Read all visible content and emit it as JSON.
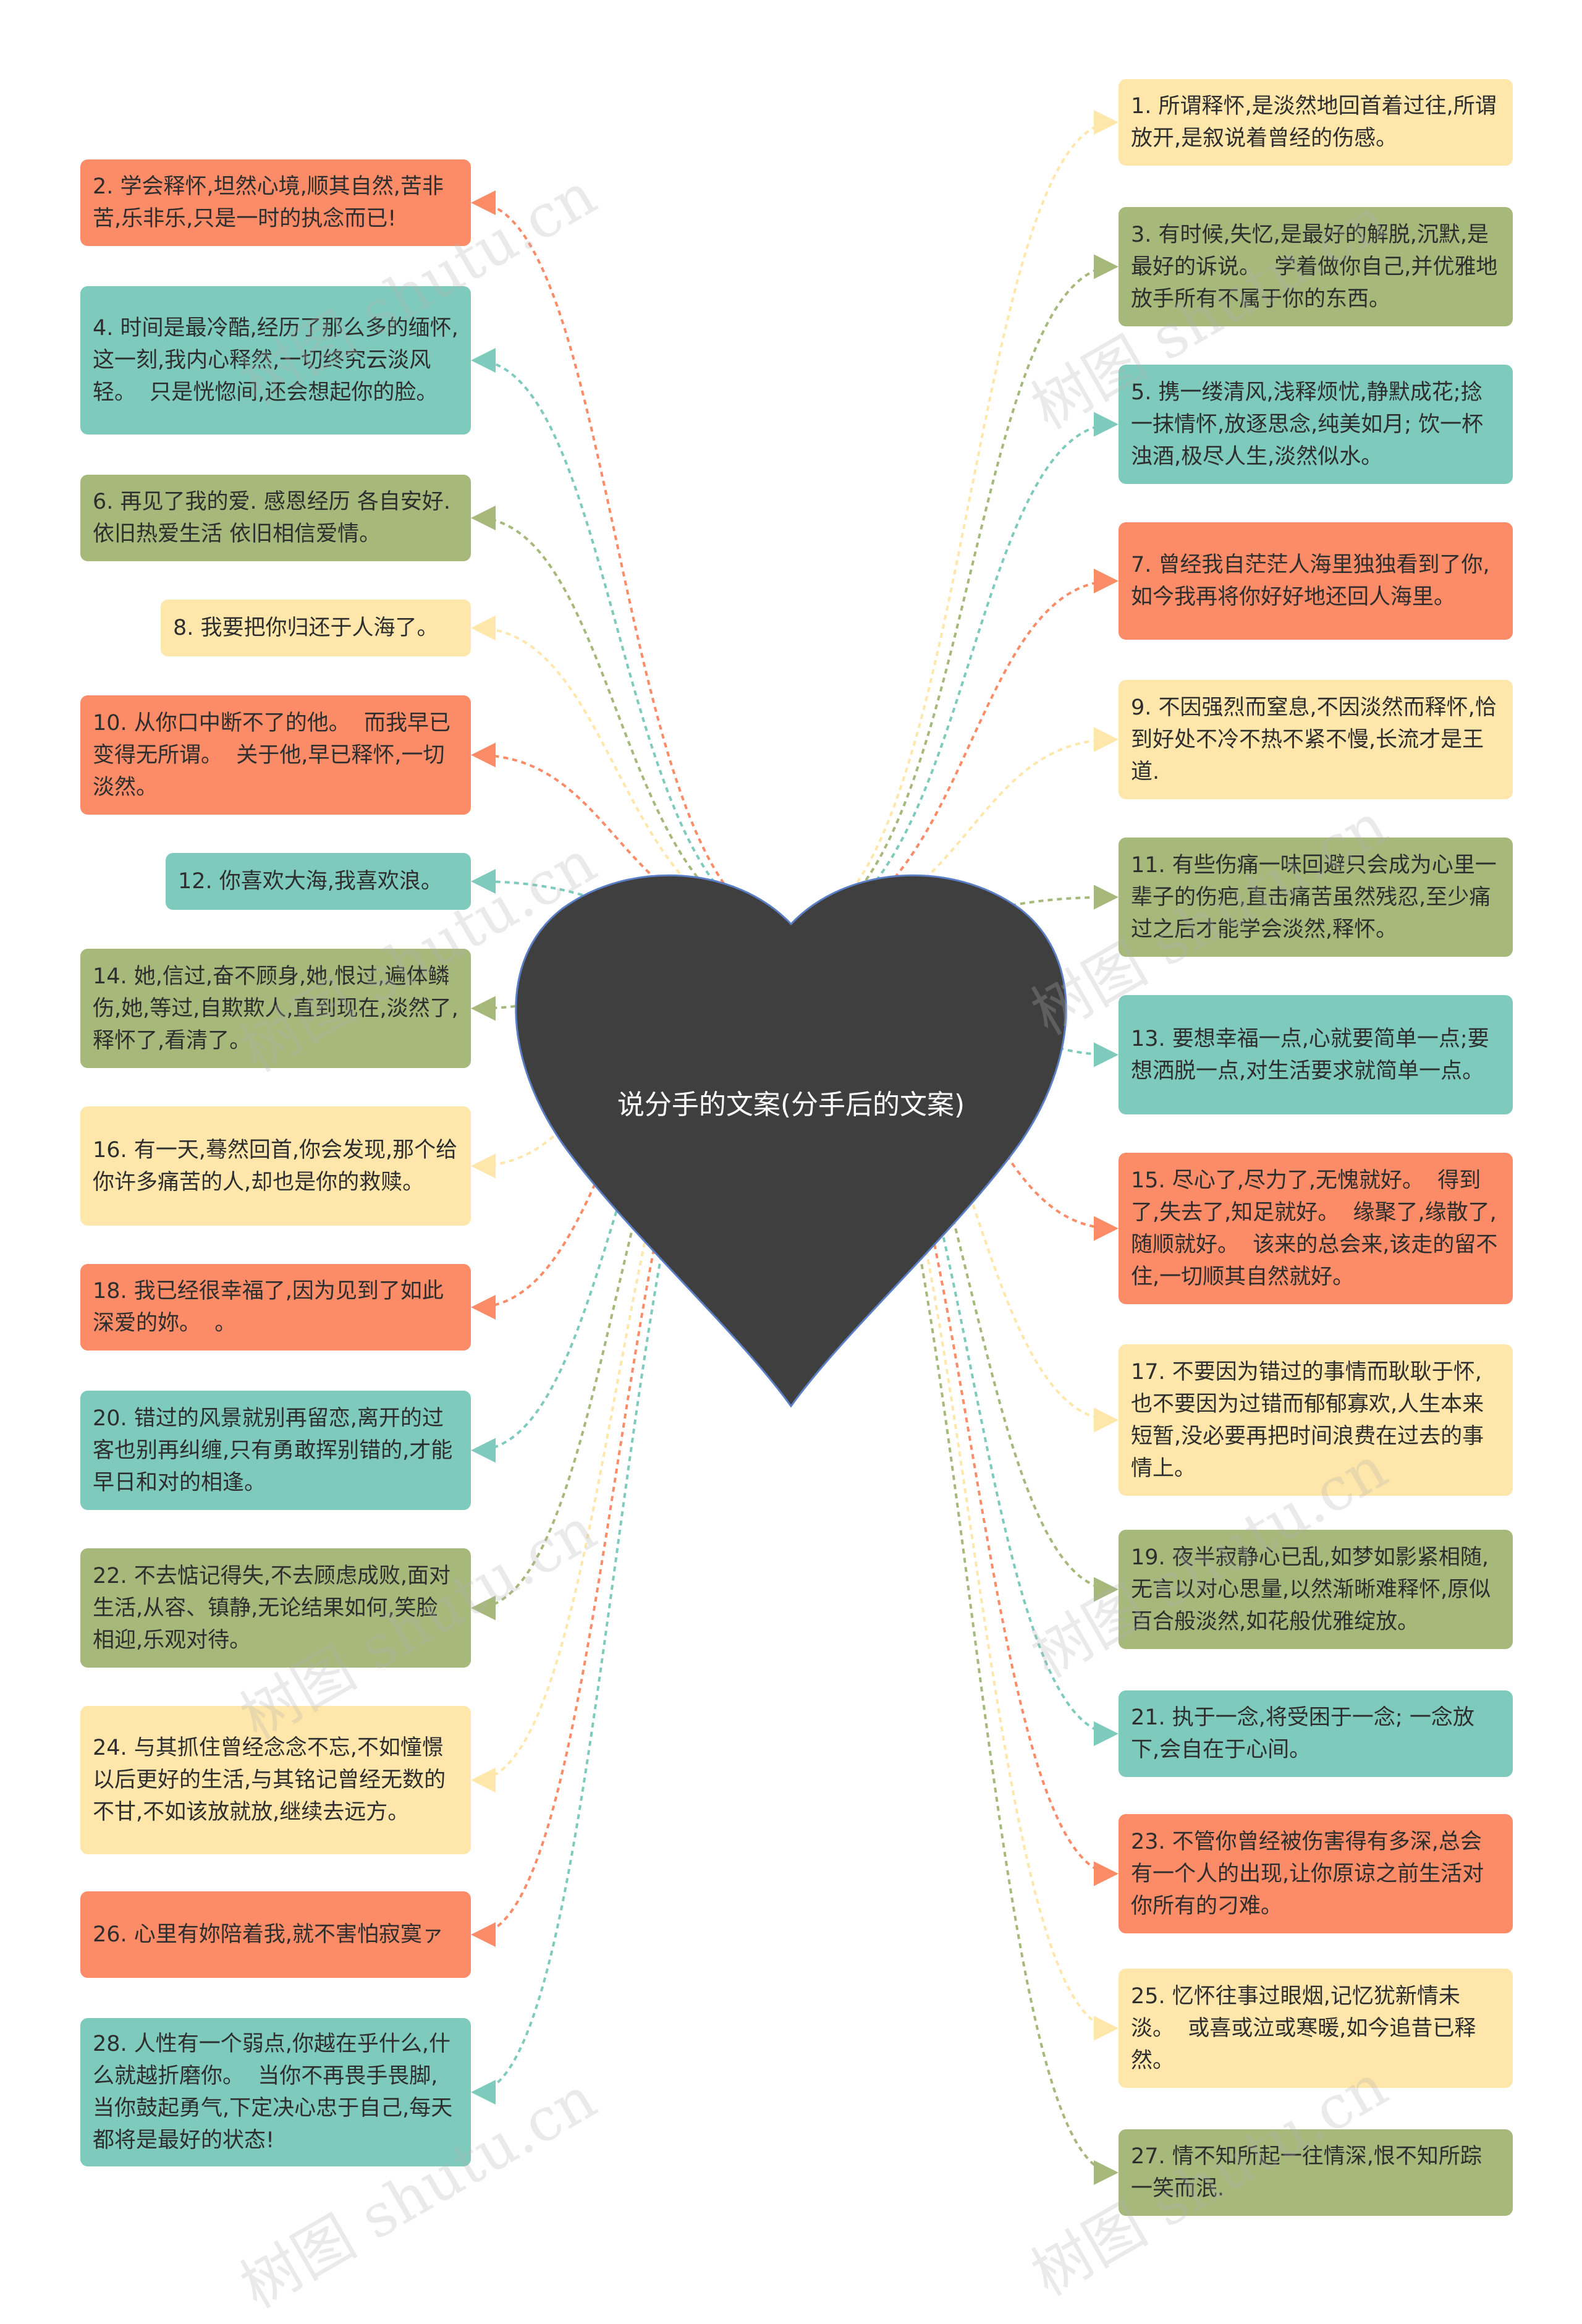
{
  "center": {
    "title": "说分手的文案(分手后的文案)"
  },
  "colors": {
    "yellow": "#ffe7ab",
    "green": "#a6b87a",
    "teal": "#7ecbbd",
    "orange": "#fc8b67",
    "heart": "#3f3f3f",
    "heart_border": "#5b7fc7"
  },
  "watermark": "树图 shutu.cn",
  "right_nodes": [
    {
      "text": "1. 所谓释怀,是淡然地回首着过往,所谓放开,是叙说着曾经的伤感。",
      "color": "yellow"
    },
    {
      "text": "3. 有时候,失忆,是最好的解脱,沉默,是最好的诉说。  学着做你自己,并优雅地放手所有不属于你的东西。",
      "color": "green"
    },
    {
      "text": "5. 携一缕清风,浅释烦忧,静默成花;捻一抹情怀,放逐思念,纯美如月; 饮一杯浊酒,极尽人生,淡然似水。",
      "color": "teal"
    },
    {
      "text": "7. 曾经我自茫茫人海里独独看到了你, 如今我再将你好好地还回人海里。",
      "color": "orange"
    },
    {
      "text": "9. 不因强烈而窒息,不因淡然而释怀,恰到好处不冷不热不紧不慢,长流才是王道.",
      "color": "yellow"
    },
    {
      "text": "11. 有些伤痛一味回避只会成为心里一辈子的伤疤,直击痛苦虽然残忍,至少痛过之后才能学会淡然,释怀。",
      "color": "green"
    },
    {
      "text": "13. 要想幸福一点,心就要简单一点;要想洒脱一点,对生活要求就简单一点。",
      "color": "teal"
    },
    {
      "text": "15. 尽心了,尽力了,无愧就好。  得到了,失去了,知足就好。  缘聚了,缘散了,随顺就好。  该来的总会来,该走的留不住,一切顺其自然就好。",
      "color": "orange"
    },
    {
      "text": "17. 不要因为错过的事情而耿耿于怀,也不要因为过错而郁郁寡欢,人生本来短暂,没必要再把时间浪费在过去的事情上。",
      "color": "yellow"
    },
    {
      "text": "19. 夜半寂静心已乱,如梦如影紧相随,无言以对心思量,以然渐晰难释怀,原似百合般淡然,如花般优雅绽放。",
      "color": "green"
    },
    {
      "text": "21. 执于一念,将受困于一念; 一念放下,会自在于心间。",
      "color": "teal"
    },
    {
      "text": "23. 不管你曾经被伤害得有多深,总会有一个人的出现,让你原谅之前生活对你所有的刁难。",
      "color": "orange"
    },
    {
      "text": "25. 忆怀往事过眼烟,记忆犹新情未淡。  或喜或泣或寒暖,如今追昔已释然。",
      "color": "yellow"
    },
    {
      "text": "27. 情不知所起一往情深,恨不知所踪一笑而泯.",
      "color": "green"
    }
  ],
  "left_nodes": [
    {
      "text": "2. 学会释怀,坦然心境,顺其自然,苦非苦,乐非乐,只是一时的执念而已!",
      "color": "orange"
    },
    {
      "text": "4. 时间是最冷酷,经历了那么多的缅怀,这一刻,我内心释然,一切终究云淡风轻。  只是恍惚间,还会想起你的脸。",
      "color": "teal"
    },
    {
      "text": "6. 再见了我的爱. 感恩经历 各自安好. 依旧热爱生活 依旧相信爱情。",
      "color": "green"
    },
    {
      "text": "8. 我要把你归还于人海了。",
      "color": "yellow"
    },
    {
      "text": "10. 从你口中断不了的他。  而我早已变得无所谓。  关于他,早已释怀,一切淡然。",
      "color": "orange"
    },
    {
      "text": "12. 你喜欢大海,我喜欢浪。",
      "color": "teal"
    },
    {
      "text": "14. 她,信过,奋不顾身,她,恨过,遍体鳞伤,她,等过,自欺欺人,直到现在,淡然了,释怀了,看清了。",
      "color": "green"
    },
    {
      "text": "16. 有一天,蓦然回首,你会发现,那个给你许多痛苦的人,却也是你的救赎。",
      "color": "yellow"
    },
    {
      "text": "18. 我已经很幸福了,因为见到了如此深爱的妳。  。",
      "color": "orange"
    },
    {
      "text": "20. 错过的风景就别再留恋,离开的过客也别再纠缠,只有勇敢挥别错的,才能早日和对的相逢。",
      "color": "teal"
    },
    {
      "text": "22. 不去惦记得失,不去顾虑成败,面对生活,从容、镇静,无论结果如何,笑脸相迎,乐观对待。",
      "color": "green"
    },
    {
      "text": "24. 与其抓住曾经念念不忘,不如憧憬以后更好的生活,与其铭记曾经无数的不甘,不如该放就放,继续去远方。",
      "color": "yellow"
    },
    {
      "text": "26. 心里有妳陪着我,就不害怕寂寞ァ",
      "color": "orange"
    },
    {
      "text": "28. 人性有一个弱点,你越在乎什么,什么就越折磨你。  当你不再畏手畏脚,当你鼓起勇气,下定决心忠于自己,每天都将是最好的状态!",
      "color": "teal"
    }
  ]
}
